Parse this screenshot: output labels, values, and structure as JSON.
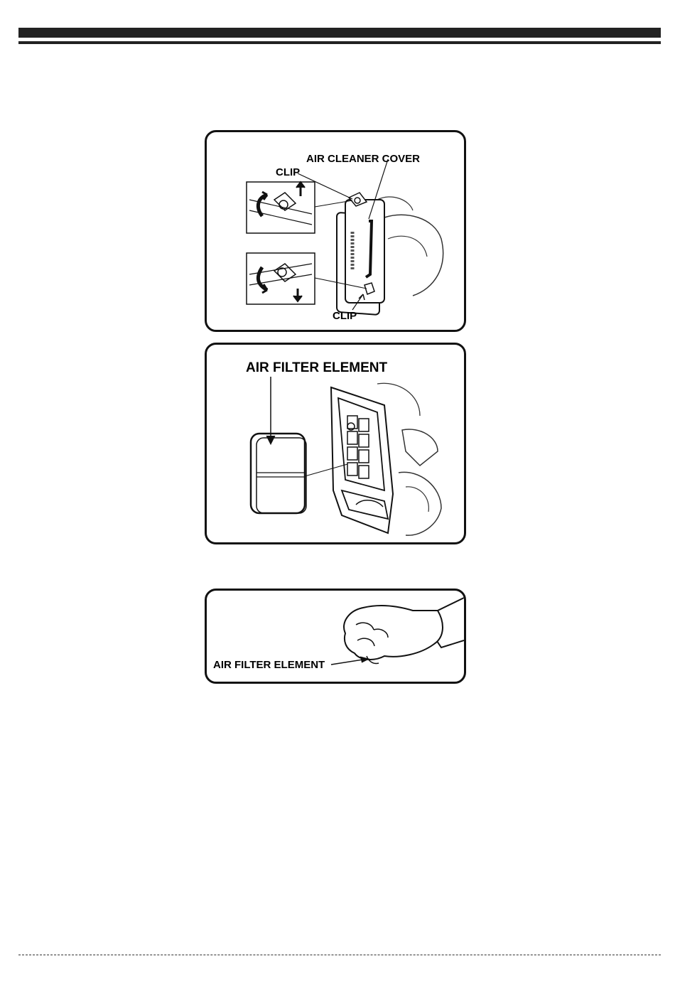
{
  "figure1": {
    "label_cover": "AIR CLEANER COVER",
    "label_clip_top": "CLIP",
    "label_clip_bottom": "CLIP"
  },
  "figure2": {
    "label_element": "AIR FILTER ELEMENT"
  },
  "figure3": {
    "label_element": "AIR FILTER ELEMENT"
  }
}
